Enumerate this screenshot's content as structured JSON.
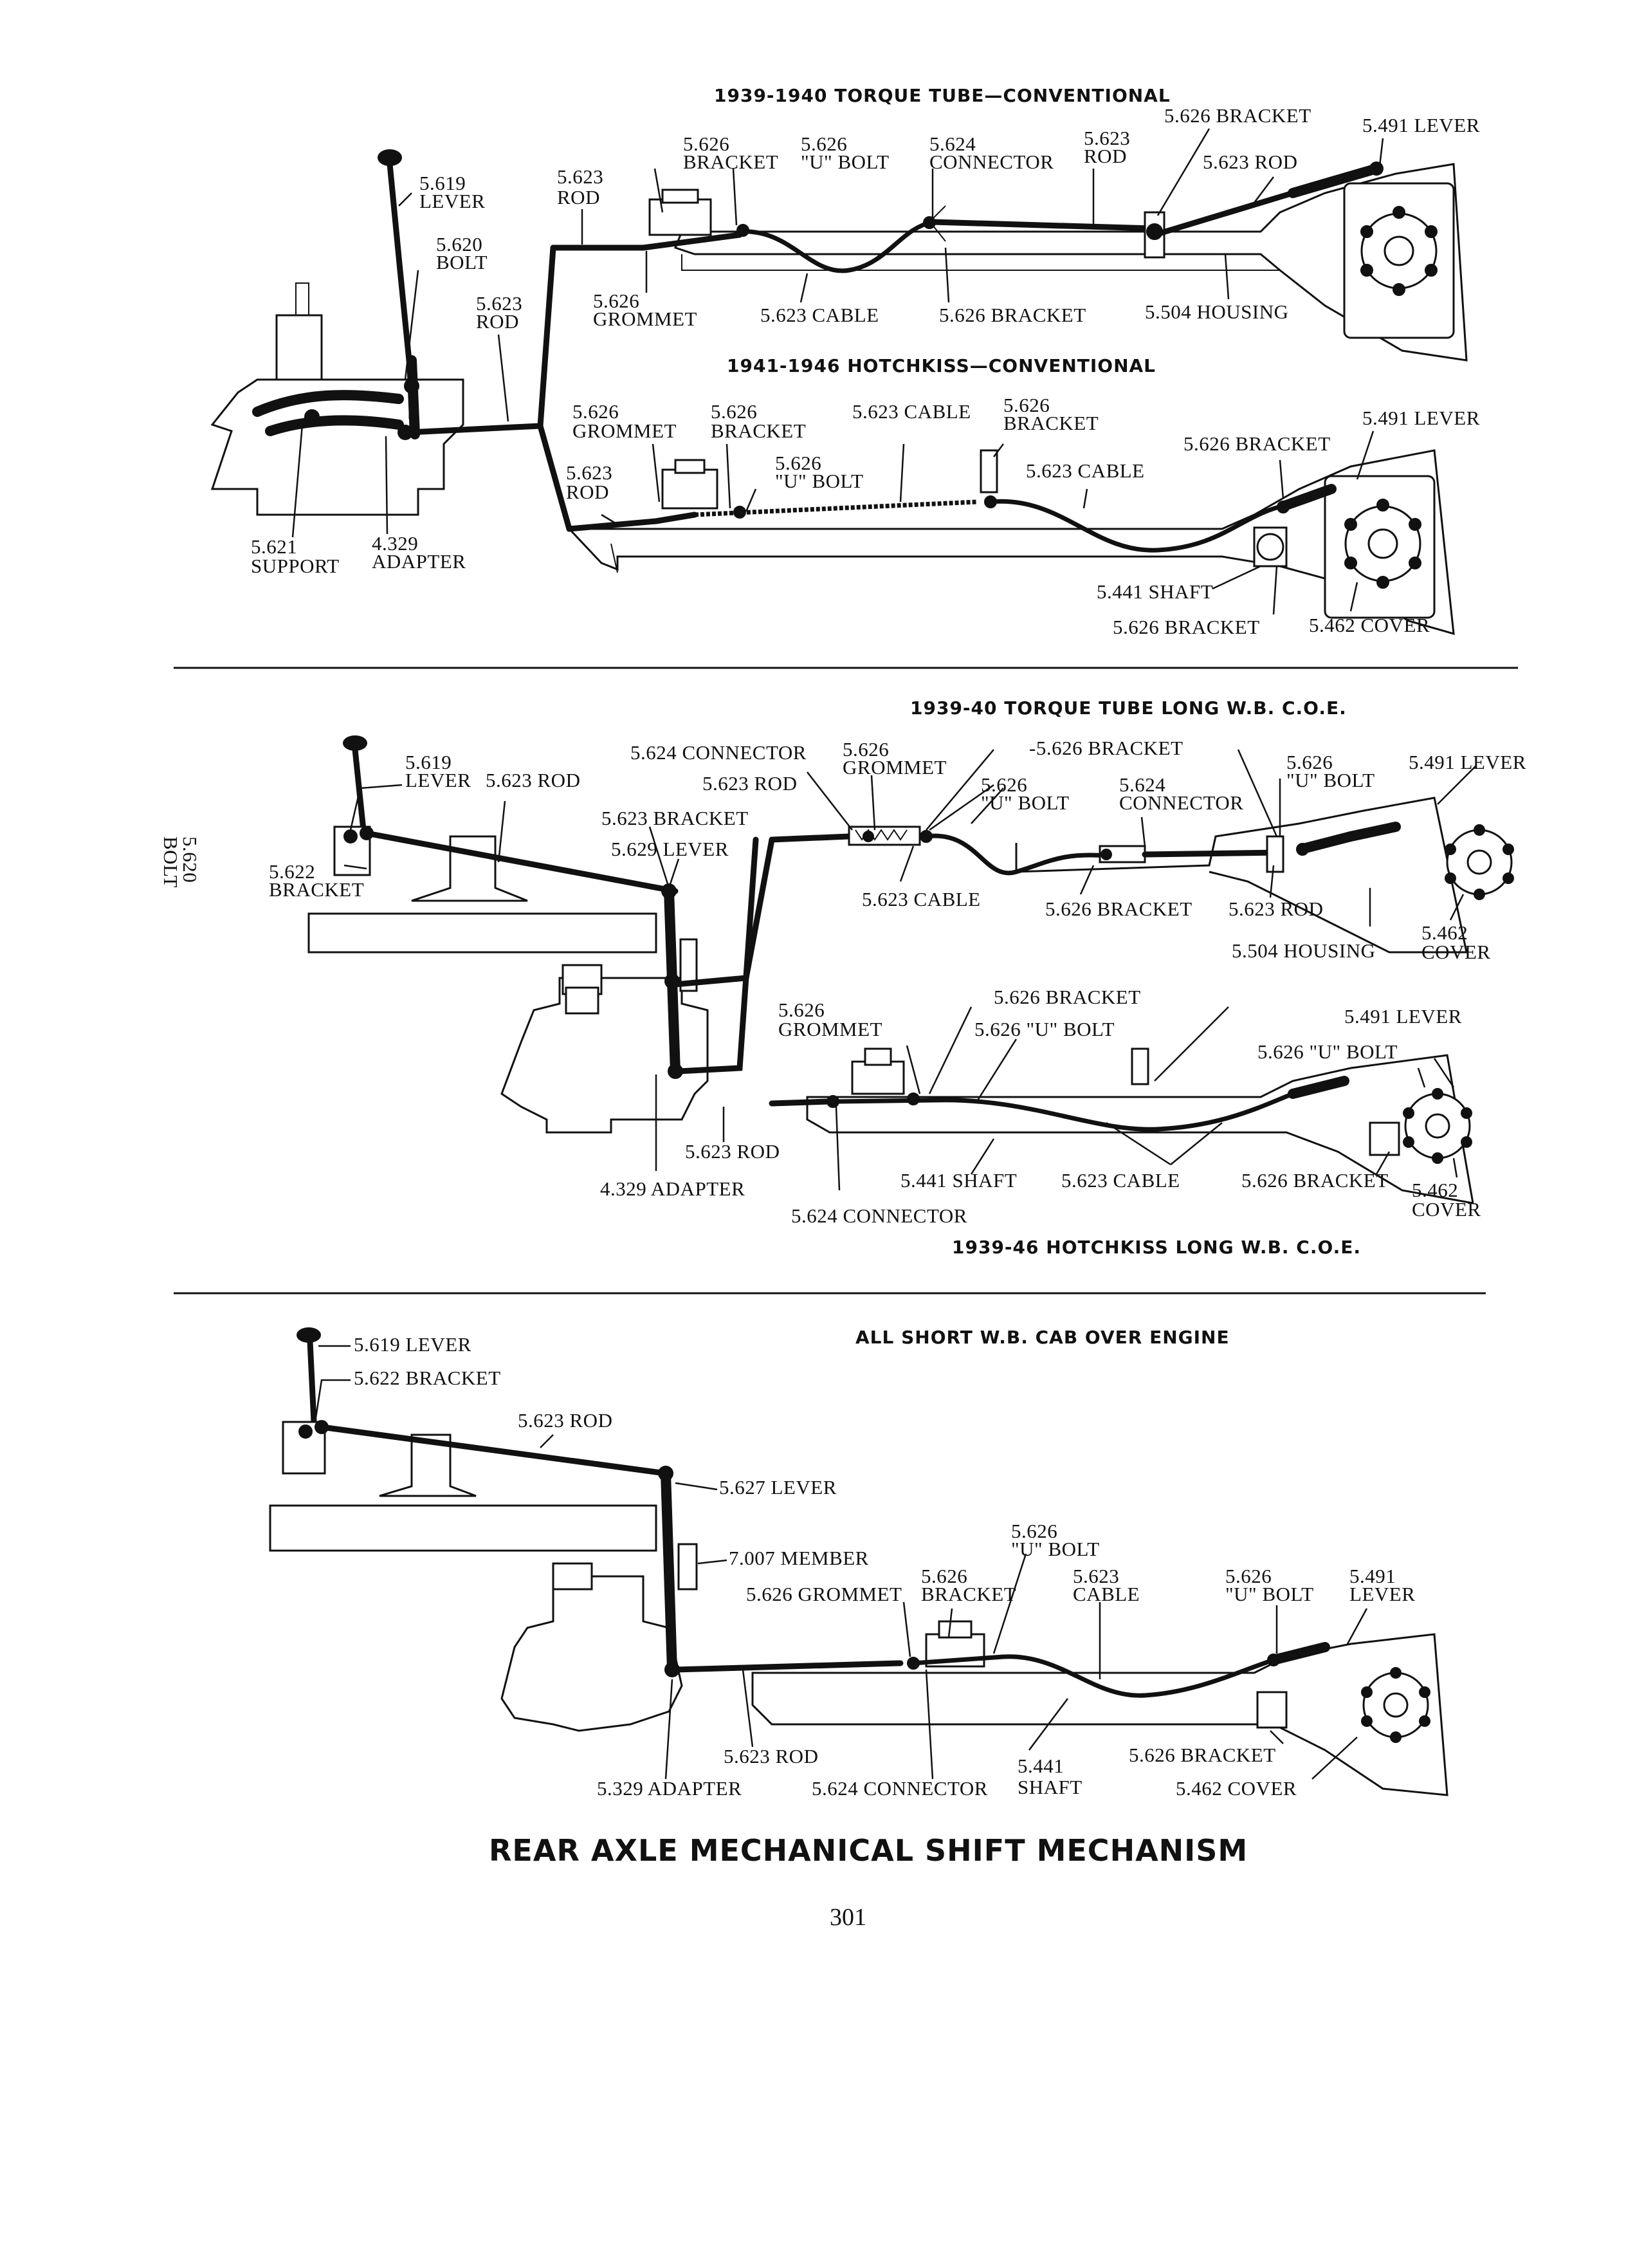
{
  "page": {
    "title": "REAR AXLE MECHANICAL SHIFT MECHANISM",
    "page_number": "301"
  },
  "diagram1": {
    "header": "1939-1940 TORQUE TUBE—CONVENTIONAL",
    "labels": {
      "rod_a": [
        "5.623",
        "ROD"
      ],
      "bracket_a": [
        "5.626",
        "BRACKET"
      ],
      "ubolt_a": [
        "5.626",
        "\"U\" BOLT"
      ],
      "connector_a": [
        "5.624",
        "CONNECTOR"
      ],
      "rod_b": [
        "5.623",
        "ROD"
      ],
      "bracket_top": "5.626 BRACKET",
      "lever_right": "5.491 LEVER",
      "rod_c": "5.623 ROD",
      "grommet": [
        "5.626",
        "GROMMET"
      ],
      "cable": "5.623 CABLE",
      "bracket_b": "5.626 BRACKET",
      "housing": "5.504 HOUSING"
    }
  },
  "shift_lever": {
    "lever": [
      "5.619",
      "LEVER"
    ],
    "bolt": [
      "5.620",
      "BOLT"
    ],
    "rod": [
      "5.623",
      "ROD"
    ],
    "support": [
      "5.621",
      "SUPPORT"
    ],
    "adapter": [
      "4.329",
      "ADAPTER"
    ]
  },
  "diagram2": {
    "header": "1941-1946 HOTCHKISS—CONVENTIONAL",
    "labels": {
      "grommet": [
        "5.626",
        "GROMMET"
      ],
      "bracket_a": [
        "5.626",
        "BRACKET"
      ],
      "cable_a": "5.623 CABLE",
      "bracket_b": [
        "5.626",
        "BRACKET"
      ],
      "lever_right": "5.491 LEVER",
      "bracket_c": "5.626 BRACKET",
      "rod": [
        "5.623",
        "ROD"
      ],
      "ubolt": [
        "5.626",
        "\"U\" BOLT"
      ],
      "cable_b": "5.623 CABLE",
      "shaft": "5.441 SHAFT",
      "bracket_d": "5.626 BRACKET",
      "cover": "5.462 COVER"
    }
  },
  "diagram3": {
    "header": "1939-40 TORQUE TUBE LONG W.B. C.O.E.",
    "labels": {
      "lever": [
        "5.619",
        "LEVER"
      ],
      "rod_a": "5.623 ROD",
      "bolt_vertical": [
        "5.620",
        "BOLT"
      ],
      "bracket_left": [
        "5.622",
        "BRACKET"
      ],
      "connector_a": "5.624 CONNECTOR",
      "grommet": [
        "5.626",
        "GROMMET"
      ],
      "bracket_top": "-5.626 BRACKET",
      "rod_b": "5.623 ROD",
      "ubolt_a": [
        "5.626",
        "\"U\" BOLT"
      ],
      "connector_b": [
        "5.624",
        "CONNECTOR"
      ],
      "ubolt_b": [
        "5.626",
        "\"U\" BOLT"
      ],
      "lever_right": "5.491 LEVER",
      "bracket_mid": "5.623 BRACKET",
      "lever_mid": "5.629 LEVER",
      "cable": "5.623 CABLE",
      "bracket_b": "5.626 BRACKET",
      "rod_c": "5.623 ROD",
      "cover": [
        "5.462",
        "COVER"
      ],
      "housing": "5.504 HOUSING"
    }
  },
  "diagram4": {
    "header": "1939-46 HOTCHKISS LONG W.B. C.O.E.",
    "labels": {
      "grommet": [
        "5.626",
        "GROMMET"
      ],
      "bracket_top": "5.626 BRACKET",
      "ubolt_a": "5.626 \"U\" BOLT",
      "lever_right": "5.491 LEVER",
      "ubolt_b": "5.626 \"U\" BOLT",
      "rod": "5.623 ROD",
      "adapter": "4.329 ADAPTER",
      "shaft": "5.441 SHAFT",
      "cable": "5.623 CABLE",
      "bracket_b": "5.626 BRACKET",
      "cover": [
        "5.462",
        "COVER"
      ],
      "connector": "5.624 CONNECTOR"
    }
  },
  "diagram5": {
    "header": "ALL SHORT W.B. CAB OVER ENGINE",
    "labels": {
      "lever": "5.619 LEVER",
      "bracket_left": "5.622 BRACKET",
      "rod_a": "5.623 ROD",
      "lever_mid": "5.627 LEVER",
      "member": "7.007 MEMBER",
      "ubolt_a": [
        "5.626",
        "\"U\" BOLT"
      ],
      "grommet": "5.626 GROMMET",
      "bracket_a": [
        "5.626",
        "BRACKET"
      ],
      "cable": [
        "5.623",
        "CABLE"
      ],
      "ubolt_b": [
        "5.626",
        "\"U\" BOLT"
      ],
      "lever_right": [
        "5.491",
        "LEVER"
      ],
      "rod_b": "5.623 ROD",
      "adapter": "5.329 ADAPTER",
      "connector": "5.624 CONNECTOR",
      "shaft": [
        "5.441",
        "SHAFT"
      ],
      "bracket_b": "5.626 BRACKET",
      "cover": "5.462 COVER"
    }
  }
}
